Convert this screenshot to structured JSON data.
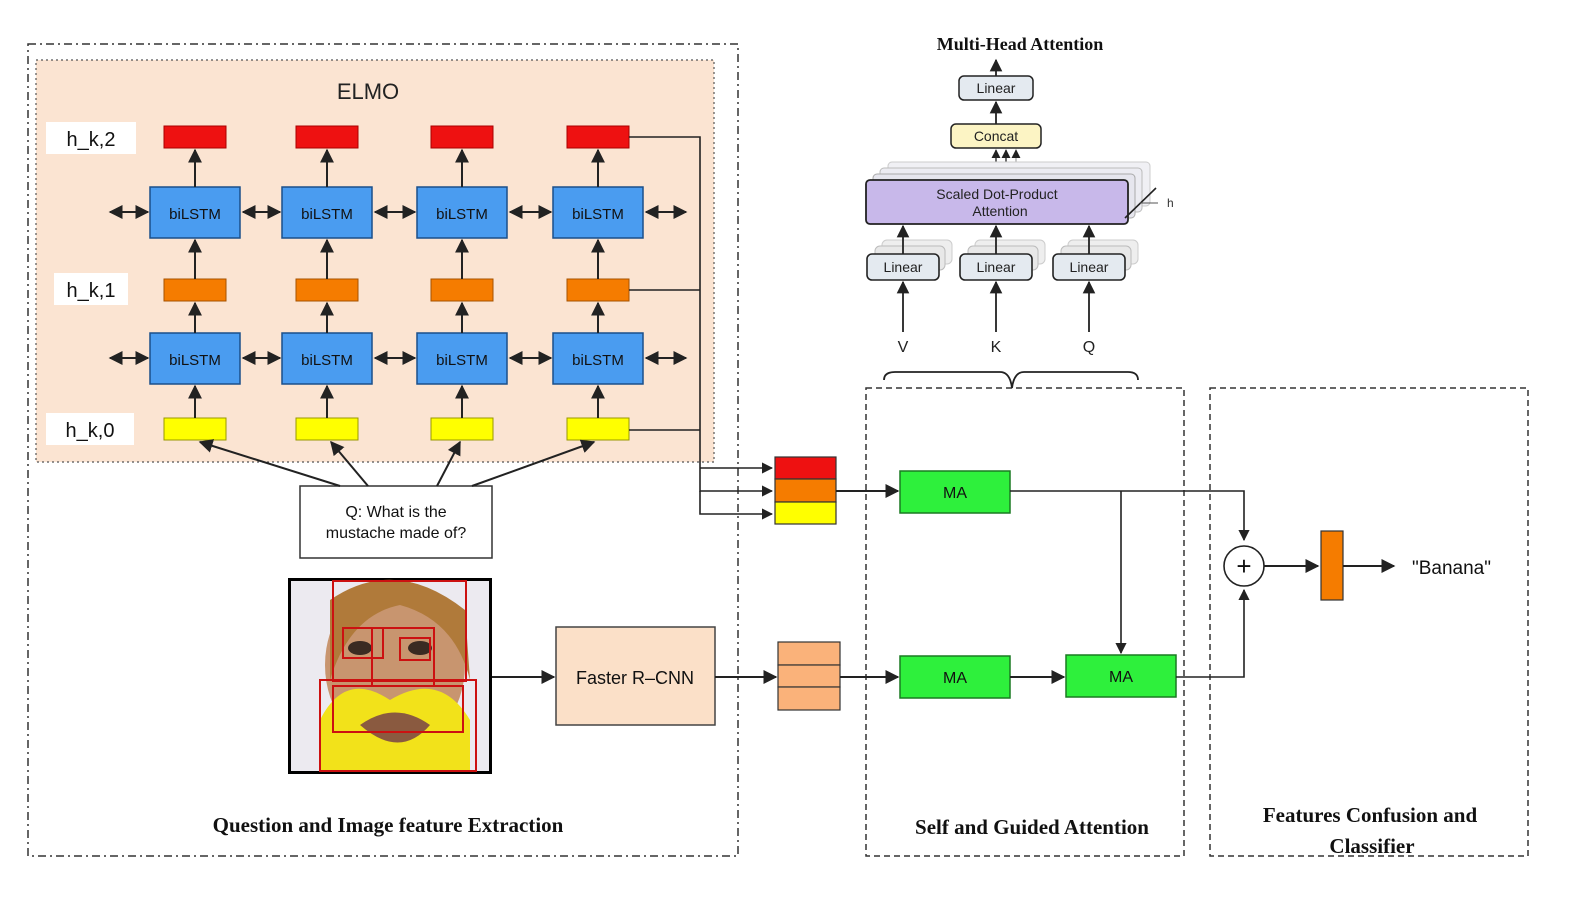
{
  "sections": {
    "extraction_title": "Question and Image feature Extraction",
    "attention_title": "Self and Guided Attention",
    "classifier_title_line1": "Features Confusion and",
    "classifier_title_line2": "Classifier"
  },
  "elmo": {
    "title": "ELMO",
    "layer_labels": [
      "h_k,2",
      "h_k,1",
      "h_k,0"
    ],
    "cell_label": "biLSTM",
    "colors": {
      "h2": "#ee1111",
      "h1": "#f57c00",
      "h0": "#ffff00",
      "bilstm": "#4a9cf0",
      "panel": "#fbe4d2"
    }
  },
  "question": {
    "line1": "Q: What is the",
    "line2": "mustache made of?"
  },
  "image": {
    "description_icon": "face-with-banana-mustache-photo"
  },
  "faster_rcnn": {
    "label": "Faster R–CNN"
  },
  "ma_blocks": {
    "label": "MA",
    "color": "#2ef03c"
  },
  "multi_head": {
    "title": "Multi-Head Attention",
    "linear_top": "Linear",
    "concat": "Concat",
    "sdpa_line1": "Scaled Dot-Product",
    "sdpa_line2": "Attention",
    "h_label": "h",
    "linear_inputs": [
      "Linear",
      "Linear",
      "Linear"
    ],
    "inputs": [
      "V",
      "K",
      "Q"
    ]
  },
  "classifier": {
    "plus_symbol": "+",
    "output": "\"Banana\""
  }
}
